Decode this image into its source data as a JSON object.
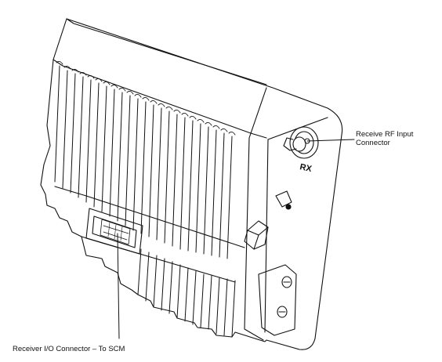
{
  "diagram": {
    "callouts": {
      "rf_input": {
        "line1": "Receive RF Input",
        "line2": "Connector"
      },
      "io_connector": {
        "text": "Receiver I/O Connector – To SCM"
      }
    },
    "port_label": "RX",
    "colors": {
      "stroke": "#111111",
      "background": "#ffffff"
    }
  }
}
